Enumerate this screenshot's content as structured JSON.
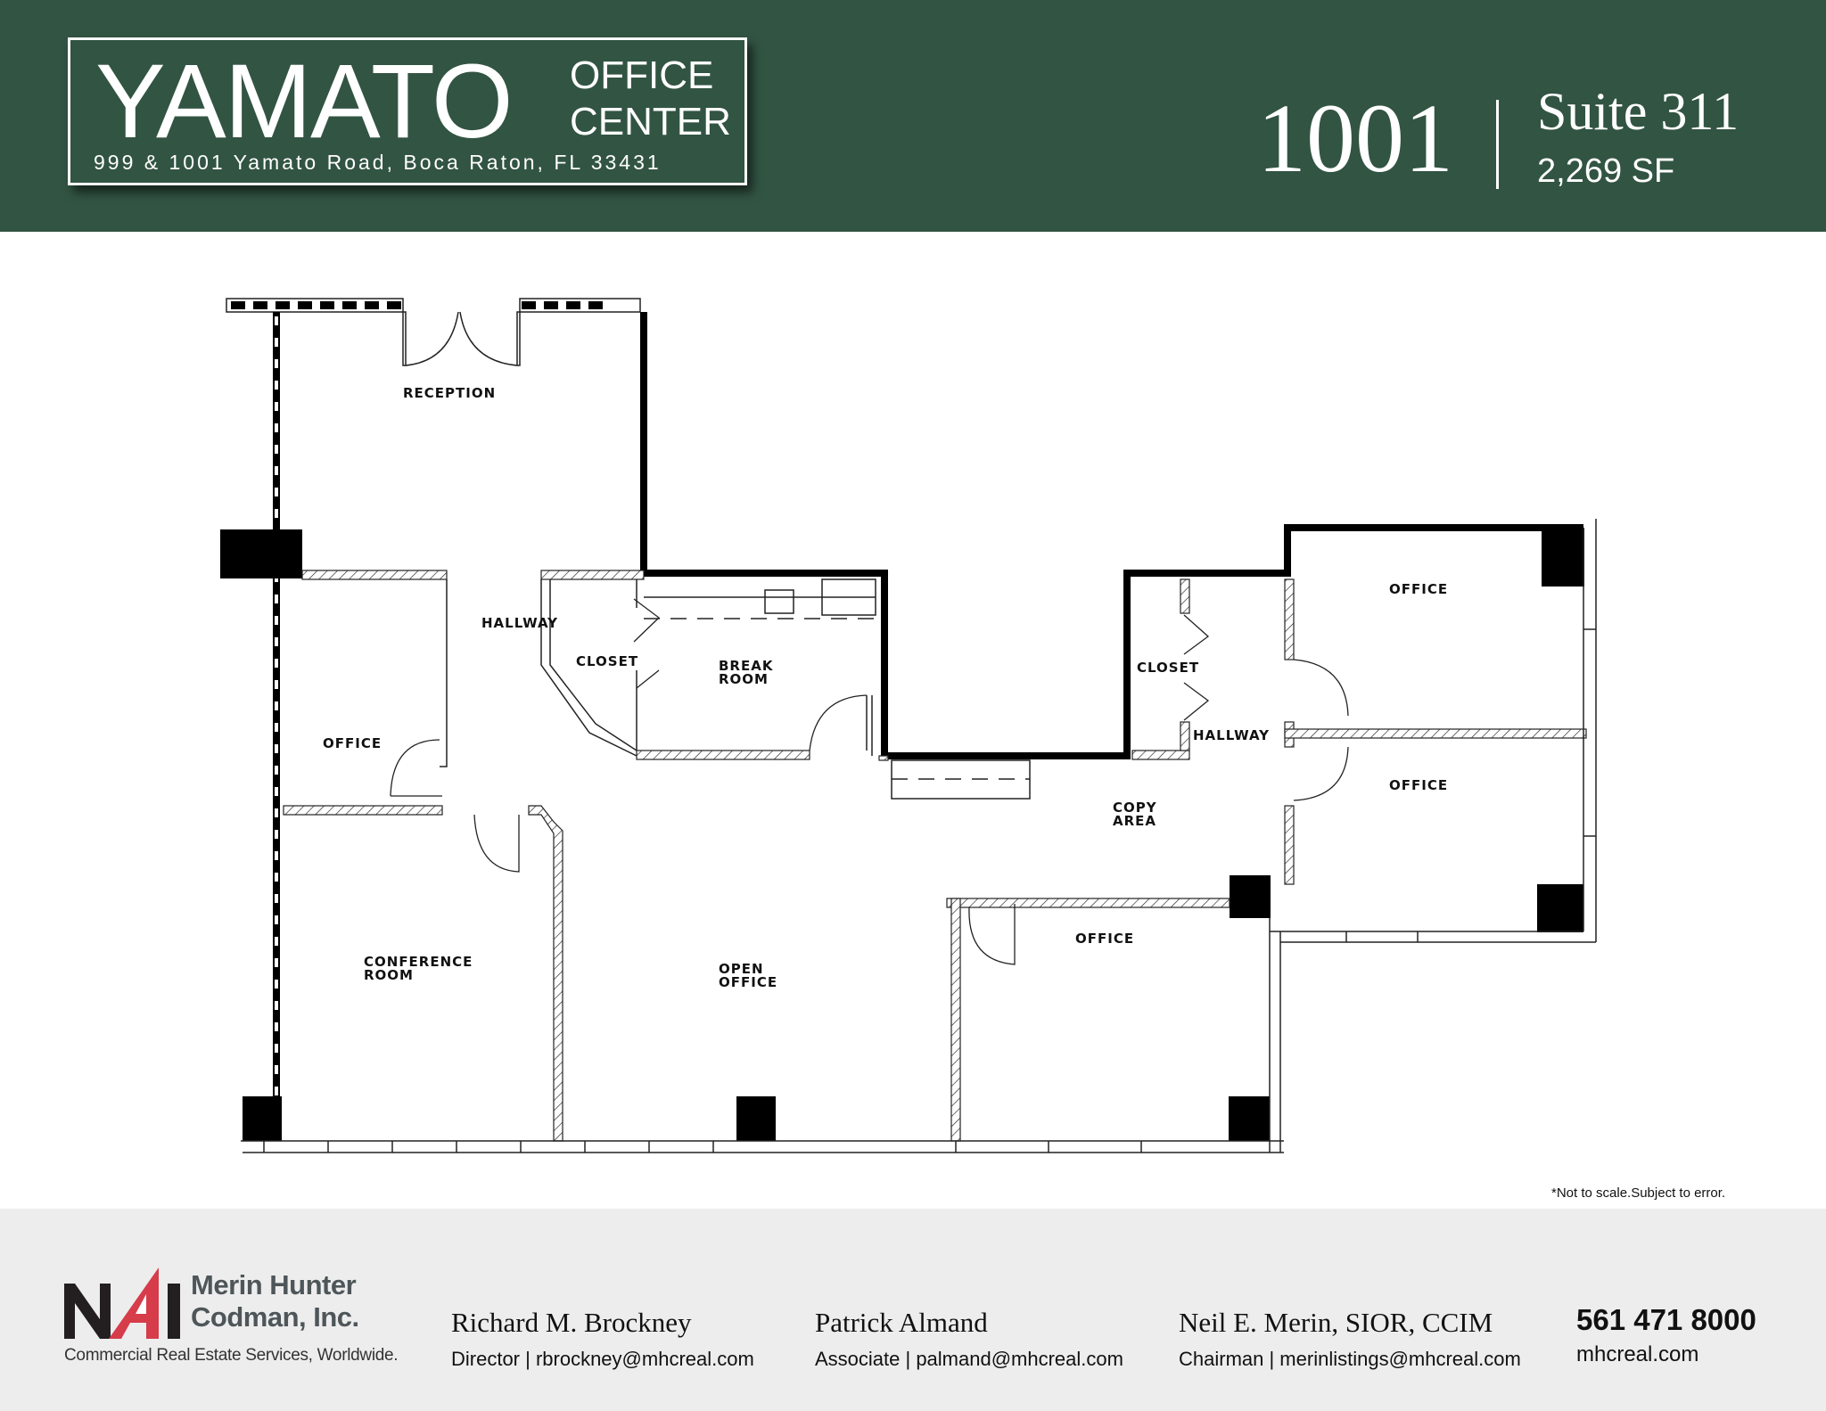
{
  "header": {
    "logo": {
      "main": "YAMATO",
      "sub_line1": "OFFICE",
      "sub_line2": "CENTER",
      "address": "999 & 1001 Yamato Road, Boca Raton, FL 33431"
    },
    "building_number": "1001",
    "suite": "Suite 311",
    "square_feet": "2,269 SF",
    "colors": {
      "background": "#325443",
      "text": "#ffffff"
    }
  },
  "floor_plan": {
    "rooms": [
      {
        "id": "reception",
        "label": "RECEPTION"
      },
      {
        "id": "hallway-west",
        "label": "HALLWAY"
      },
      {
        "id": "closet-west",
        "label": "CLOSET"
      },
      {
        "id": "break-room",
        "label_line1": "BREAK",
        "label_line2": "ROOM"
      },
      {
        "id": "office-west",
        "label": "OFFICE"
      },
      {
        "id": "conference-room",
        "label_line1": "CONFERENCE",
        "label_line2": "ROOM"
      },
      {
        "id": "open-office",
        "label_line1": "OPEN",
        "label_line2": "OFFICE"
      },
      {
        "id": "closet-east",
        "label": "CLOSET"
      },
      {
        "id": "hallway-east",
        "label": "HALLWAY"
      },
      {
        "id": "copy-area",
        "label_line1": "COPY",
        "label_line2": "AREA"
      },
      {
        "id": "office-northeast",
        "label": "OFFICE"
      },
      {
        "id": "office-east",
        "label": "OFFICE"
      },
      {
        "id": "office-south",
        "label": "OFFICE"
      }
    ],
    "disclaimer": "*Not to scale.Subject to error."
  },
  "footer": {
    "company": {
      "logo_text": "NAI",
      "name_line1": "Merin Hunter",
      "name_line2": "Codman, Inc.",
      "tagline": "Commercial Real Estate Services, Worldwide."
    },
    "contacts": [
      {
        "name": "Richard M. Brockney",
        "role_email": "Director | rbrockney@mhcreal.com"
      },
      {
        "name": "Patrick Almand",
        "role_email": "Associate | palmand@mhcreal.com"
      },
      {
        "name": "Neil E. Merin, SIOR, CCIM",
        "role_email": "Chairman | merinlistings@mhcreal.com"
      }
    ],
    "phone": "561 471 8000",
    "website": "mhcreal.com",
    "colors": {
      "background": "#ededed",
      "logo_red": "#d63c4a",
      "logo_dark": "#231f20",
      "company_gray": "#4e5659"
    }
  }
}
